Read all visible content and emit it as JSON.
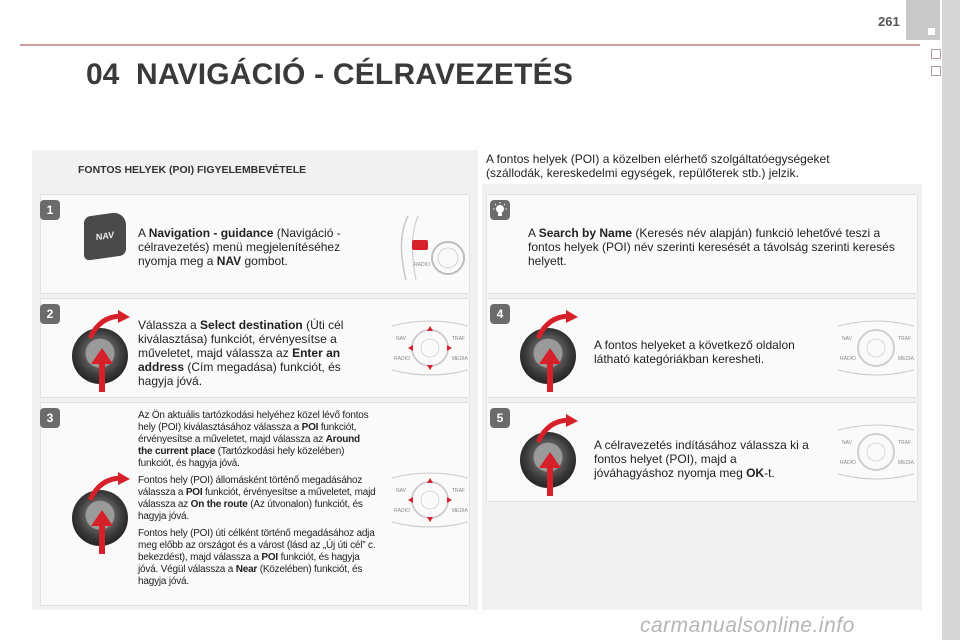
{
  "header": {
    "page_number": "261",
    "chapter_number": "04",
    "chapter_title": "NAVIGÁCIÓ - CÉLRAVEZETÉS"
  },
  "section": {
    "heading": "FONTOS HELYEK (POI) FIGYELEMBEVÉTELE",
    "intro": "A fontos helyek (POI) a közelben elérhető szolgáltatóegységeket (szállodák, kereskedelmi egységek, repülőterek stb.) jelzik."
  },
  "steps": {
    "s1": {
      "number": "1",
      "button_label": "NAV",
      "t1": "A ",
      "b1": "Navigation - guidance",
      "t2": " (Navigáció - célravezetés) menü megjelenítéséhez nyomja meg a ",
      "b2": "NAV",
      "t3": " gombot."
    },
    "s2": {
      "number": "2",
      "t1": "Válassza a ",
      "b1": "Select destination",
      "t2": " (Úti cél kiválasztása) funkciót, érvényesítse a műveletet, majd válassza az ",
      "b2": "Enter an address",
      "t3": " (Cím megadása) funkciót, és hagyja jóvá."
    },
    "s3": {
      "number": "3",
      "p1_t1": "Az Ön aktuális tartózkodási helyéhez közel lévő fontos hely (POI) kiválasztásához válassza a ",
      "p1_b1": "POI",
      "p1_t2": " funkciót, érvényesítse a műveletet, majd válassza az ",
      "p1_b2": "Around the current place",
      "p1_t3": " (Tartózkodási hely közelében) funkciót, és hagyja jóvá.",
      "p2_t1": "Fontos hely (POI) állomásként történő megadásához válassza a ",
      "p2_b1": "POI",
      "p2_t2": " funkciót, érvényesítse a műveletet, majd válassza az ",
      "p2_b2": "On the route",
      "p2_t3": " (Az útvonalon) funkciót, és hagyja jóvá.",
      "p3_t1": "Fontos hely (POI) úti célként történő megadásához adja meg előbb az országot és a várost (lásd az „Új úti cél” c. bekezdést), majd válassza a ",
      "p3_b1": "POI",
      "p3_t2": " funkciót, és hagyja jóvá. Végül válassza a ",
      "p3_b2": "Near",
      "p3_t3": " (Közelében) funkciót, és hagyja jóvá."
    },
    "tip": {
      "t1": "A ",
      "b1": "Search by Name",
      "t2": " (Keresés név alapján) funkció lehetővé teszi a fontos helyek (POI) név szerinti keresését a távolság szerinti keresés helyett."
    },
    "s4": {
      "number": "4",
      "text": "A fontos helyeket a következő oldalon látható kategóriákban keresheti."
    },
    "s5": {
      "number": "5",
      "t1": "A célravezetés indításához válassza ki a fontos helyet (POI), majd a jóváhagyáshoz nyomja meg ",
      "b1": "OK",
      "t2": "-t."
    }
  },
  "panel_labels": {
    "nav": "NAV",
    "traf": "TRAF",
    "radio": "RADIO",
    "media": "MEDIA"
  },
  "watermark": "carmanualsonline.info",
  "colors": {
    "accent_red": "#d6202a",
    "panel_grey": "#f1f1f1",
    "step_badge": "#6b6b6b"
  }
}
